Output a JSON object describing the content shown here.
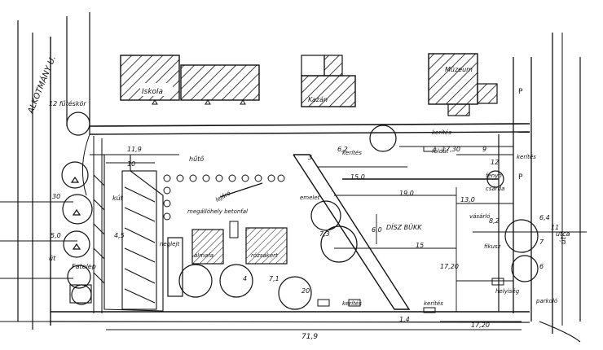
{
  "plan": {
    "street_left": "ALKOTMÁNY U.",
    "street_right": "út",
    "buildings": {
      "top_left": "Iskola",
      "top_mid": "Kazán",
      "top_right": "Múzeum"
    },
    "labels": {
      "tree12": "12 fűtéskör",
      "hiuze": "hűtő",
      "tunnel": "lejáró",
      "beton": "megállóhely betonfal",
      "neglect": "neglejt",
      "alma": "almafa",
      "rozsa": "rózsakert",
      "kerito1": "kerítés",
      "kerito2": "kerítés",
      "kerito3": "kerítés",
      "kerito4": "kerítés",
      "kut": "kút",
      "fatelep": "Fatelep",
      "diszbuk": "DÍSZ BÜKK",
      "csarda": "csárda",
      "fenyo": "fenyő",
      "fikusz": "fikusz",
      "utca": "utca",
      "kis_ut": "út",
      "parkolo": "parkoló",
      "emel": "emelet",
      "kerites_r": "kerítés",
      "helyutca": "helyiség",
      "foldut": "földút",
      "vasarlo": "vásárló",
      "p1": "P",
      "p2": "P"
    },
    "dims": {
      "d119": "11,9",
      "d10": "10",
      "d62": "6,2",
      "d150": "15,0",
      "d190": "19,0",
      "d130": "13,0",
      "d60": "6,0",
      "d15": "15",
      "d17": "17,20",
      "d719": "71,9",
      "d1720": "17,20",
      "d9": "9",
      "d4": "4",
      "d45": "4,5",
      "d71": "7,1",
      "d50": "5,0",
      "d30": "30",
      "d14": "1,4",
      "d7": "7",
      "d12": "12",
      "d3": "3",
      "d6": "6",
      "d64": "6,4",
      "d11": "11",
      "d73": "7,3",
      "d82": "8,2",
      "d1730": "17,30",
      "d20": "20"
    }
  }
}
